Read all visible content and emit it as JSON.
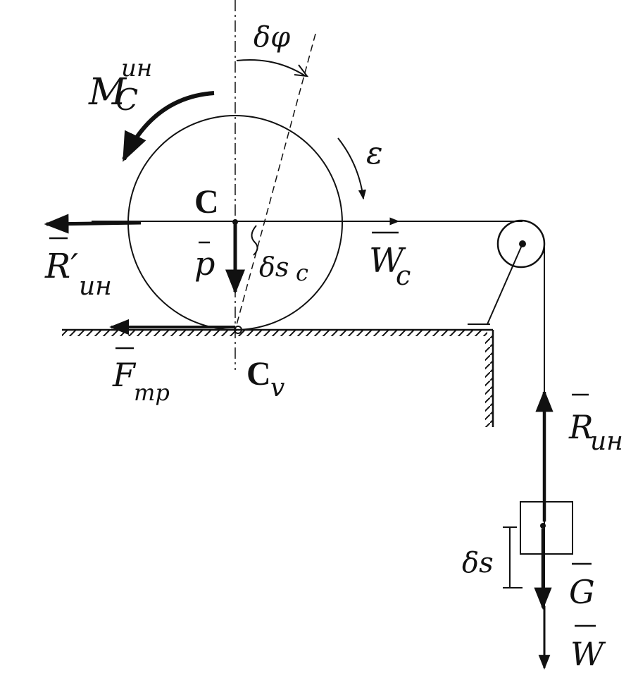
{
  "labels": {
    "moment": "M",
    "moment_sub": "C",
    "moment_sup": "ин",
    "angle": "δφ",
    "epsilon": "ε",
    "center": "C",
    "r_prime": "R′",
    "r_prime_sub": "ин",
    "weight_disk": "p",
    "ds_c": "δs",
    "ds_c_sub": "c",
    "w_c": "W",
    "w_c_sub": "c",
    "friction": "F",
    "friction_sub": "тр",
    "contact": "C",
    "contact_sub": "v",
    "r_in": "R",
    "r_in_sub": "ин",
    "ds": "δs",
    "g": "G",
    "w": "W"
  },
  "colors": {
    "ink": "#111111",
    "background": "#ffffff"
  }
}
